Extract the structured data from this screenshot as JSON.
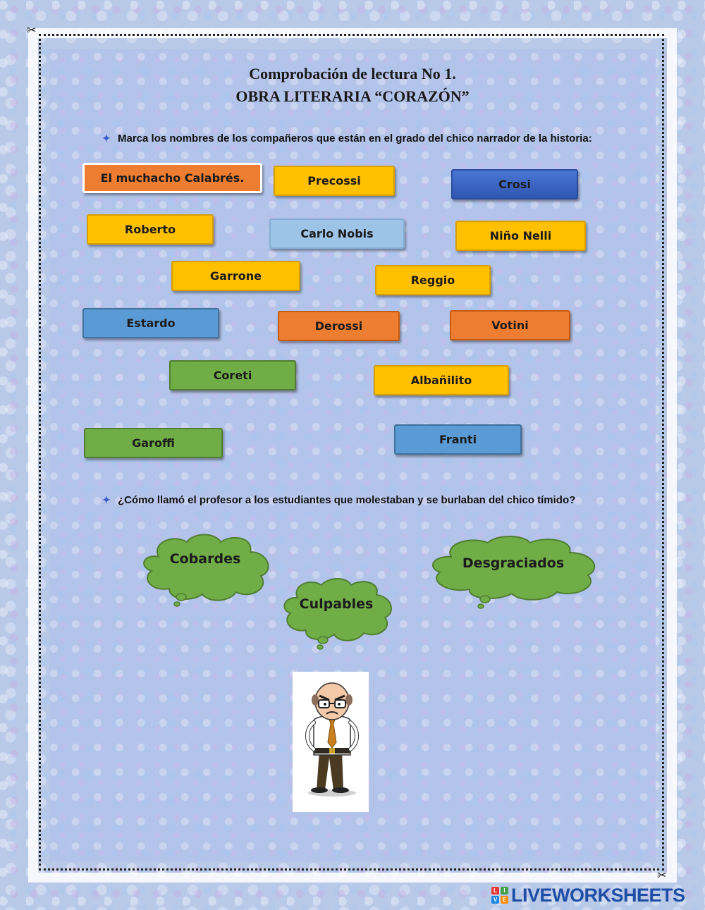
{
  "title": {
    "line1": "Comprobación  de lectura No 1.",
    "line2": "OBRA LITERARIA “CORAZÓN”"
  },
  "questions": {
    "q1": "Marca los nombres de los compañeros que están en el grado del chico narrador de la historia:",
    "q2": "¿Cómo llamó el profesor  a los estudiantes que molestaban y se burlaban del chico tímido?"
  },
  "name_options": [
    {
      "label": "El muchacho Calabrés.",
      "color": "#ed7d31"
    },
    {
      "label": "Precossi",
      "color": "#ffc000"
    },
    {
      "label": "Crosi",
      "color": "#3b66c7"
    },
    {
      "label": "Roberto",
      "color": "#ffc000"
    },
    {
      "label": "Carlo Nobis",
      "color": "#9dc3e6"
    },
    {
      "label": "Niño Nelli",
      "color": "#ffc000"
    },
    {
      "label": "Garrone",
      "color": "#ffc000"
    },
    {
      "label": "Reggio",
      "color": "#ffc000"
    },
    {
      "label": "Estardo",
      "color": "#5b9bd5"
    },
    {
      "label": "Derossi",
      "color": "#ed7d31"
    },
    {
      "label": "Votini",
      "color": "#ed7d31"
    },
    {
      "label": "Coreti",
      "color": "#70ad47"
    },
    {
      "label": "Albañilito",
      "color": "#ffc000"
    },
    {
      "label": "Garoffi",
      "color": "#70ad47"
    },
    {
      "label": "Franti",
      "color": "#5b9bd5"
    }
  ],
  "answer_options": [
    {
      "label": "Cobardes",
      "color": "#70ad47"
    },
    {
      "label": "Culpables",
      "color": "#70ad47"
    },
    {
      "label": "Desgraciados",
      "color": "#70ad47"
    }
  ],
  "icons": {
    "bullet": "four-point-star-icon",
    "scissors": "scissors-icon",
    "teacher": "angry-teacher-illustration"
  },
  "brand": {
    "logo_letters": [
      "L",
      "I",
      "V",
      "E"
    ],
    "wordmark": "LIVEWORKSHEETS"
  }
}
